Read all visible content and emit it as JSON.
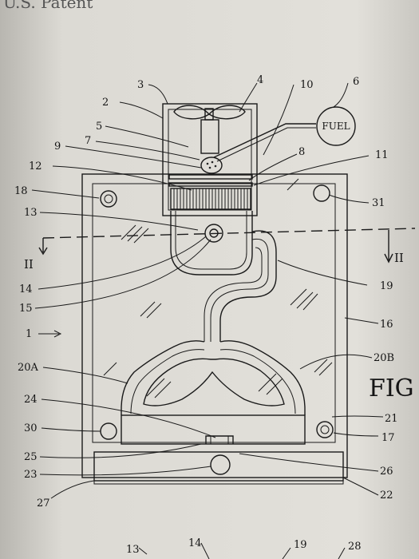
{
  "page": {
    "header_fragment": "U.S. Patent",
    "figure_label": "FIG",
    "fuel_label": "FUEL",
    "section_markers": [
      "II",
      "II"
    ]
  },
  "callouts": {
    "n1": "1",
    "n2": "2",
    "n3": "3",
    "n4": "4",
    "n5": "5",
    "n6": "6",
    "n7": "7",
    "n8": "8",
    "n9": "9",
    "n10": "10",
    "n11": "11",
    "n12": "12",
    "n13": "13",
    "n14": "14",
    "n15": "15",
    "n16": "16",
    "n17": "17",
    "n18": "18",
    "n19": "19",
    "n20a": "20A",
    "n20b": "20B",
    "n21": "21",
    "n22": "22",
    "n23": "23",
    "n24": "24",
    "n25": "25",
    "n26": "26",
    "n27": "27",
    "n30": "30",
    "n31": "31"
  },
  "next_figure_callouts": {
    "b13": "13",
    "b14": "14",
    "b19": "19",
    "b28": "28"
  },
  "colors": {
    "paper": "#dedcd6",
    "ink": "#1a1a1a",
    "shadow": "#8c8a86"
  }
}
